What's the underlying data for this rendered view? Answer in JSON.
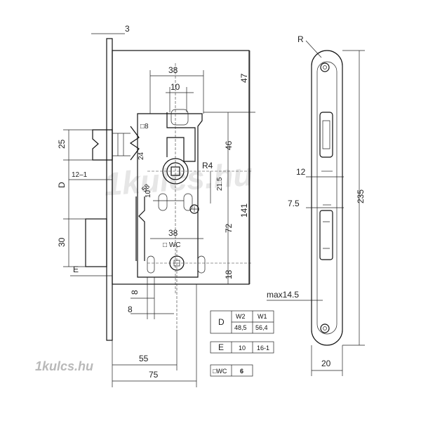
{
  "dimensions": {
    "top_3": "3",
    "w38_top": "38",
    "w10_top": "10",
    "h47": "47",
    "sq8": "□8",
    "h25": "25",
    "v24": "24",
    "h46": "46",
    "r4": "R4",
    "label_12_1": "12–1",
    "label_D": "D",
    "h21_5": "21.5",
    "d58": "58",
    "w10_mid": "10",
    "h141": "141",
    "h72": "72",
    "h30": "30",
    "w38_low": "38",
    "label_E": "E",
    "h18": "18",
    "v8a": "8",
    "v8b": "8",
    "w55": "55",
    "w75": "75",
    "label_R": "R",
    "w12": "12",
    "w7_5": "7.5",
    "h235": "235",
    "max14_5": "max14.5",
    "w20": "20"
  },
  "wc_label": "□ WC",
  "table_d": {
    "row_label": "D",
    "headers": [
      "W2",
      "W1"
    ],
    "values": [
      "48,5",
      "56,4"
    ]
  },
  "table_e": {
    "row_label": "E",
    "values": [
      "10",
      "16-1"
    ]
  },
  "table_wc": {
    "row_label": "□WC",
    "value": "6"
  },
  "watermarks": {
    "center": "1kulcs.hu",
    "bottom": "1kulcs.hu"
  }
}
